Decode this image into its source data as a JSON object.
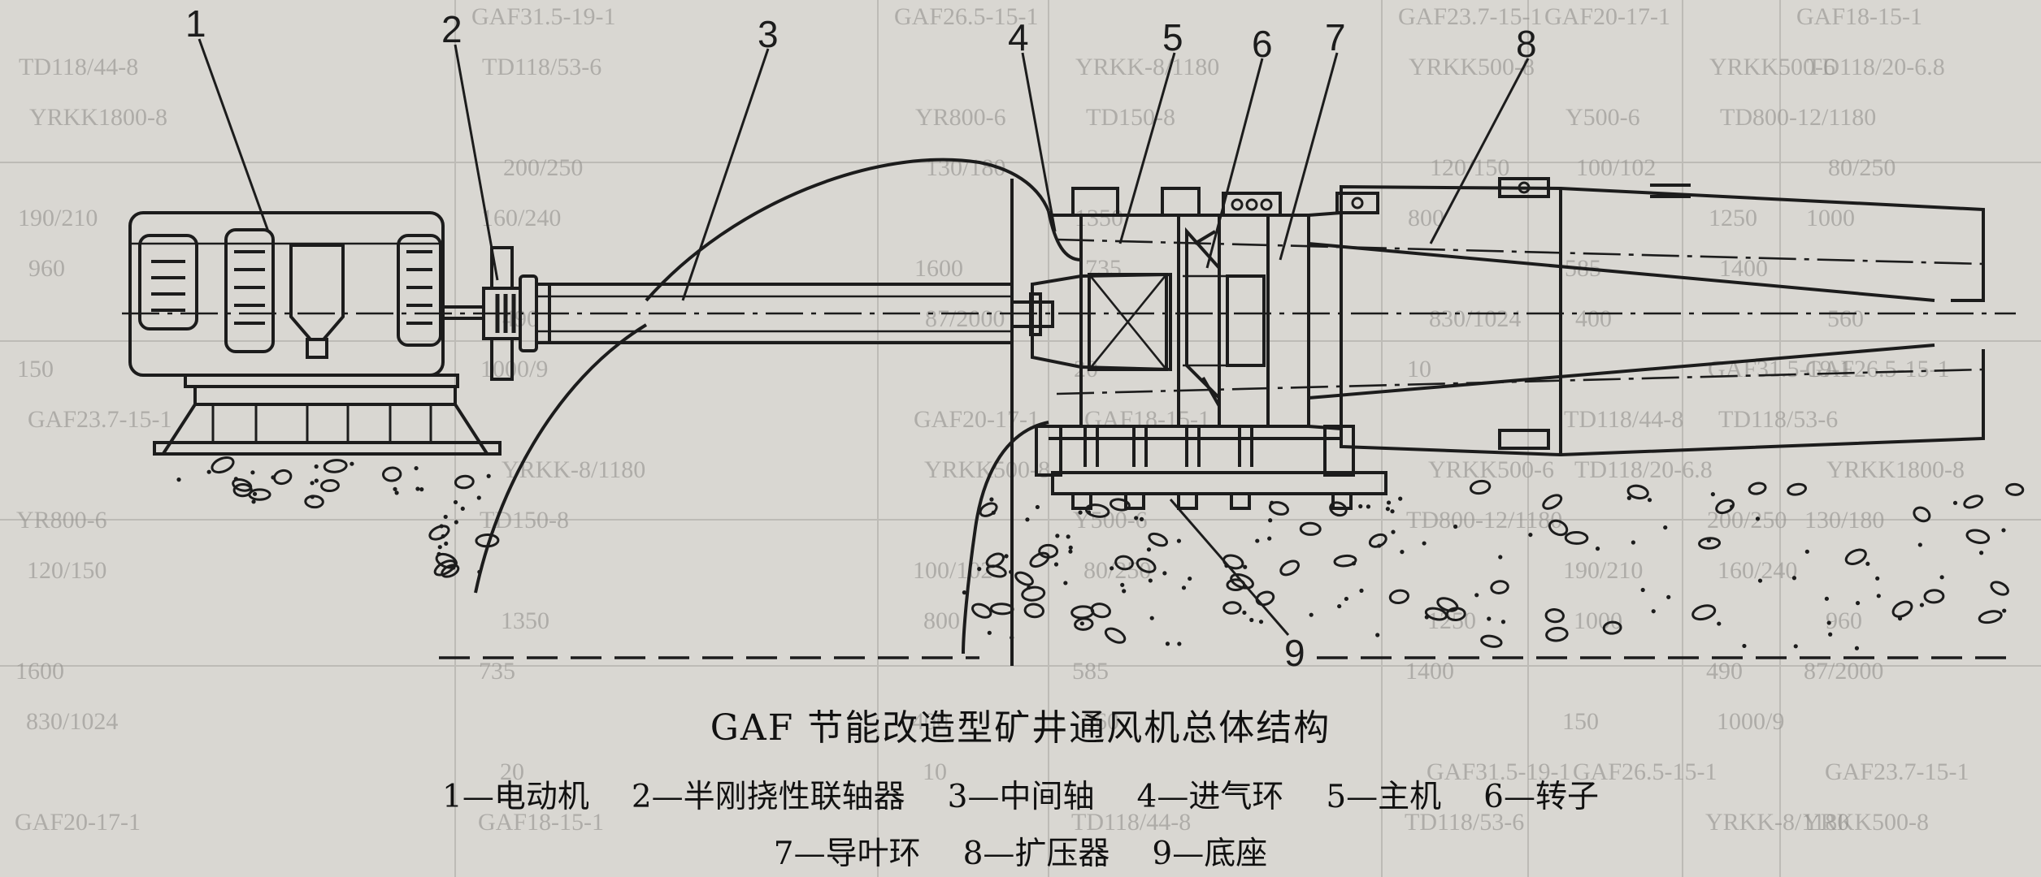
{
  "title": "GAF 节能改造型矿井通风机总体结构",
  "background_table": [
    "GAF31.5-19-1",
    "GAF26.5-15-1",
    "GAF23.7-15-1",
    "GAF20-17-1",
    "GAF18-15-1",
    "TD118/44-8",
    "TD118/53-6",
    "YRKK-8/1180",
    "YRKK500-8",
    "YRKK500-6",
    "TD118/20-6.8",
    "YRKK1800-8",
    "YR800-6",
    "TD150-8",
    "Y500-6",
    "TD800-12/1180",
    "200/250",
    "130/180",
    "120/150",
    "100/102",
    "80/250",
    "190/210",
    "160/240",
    "1350",
    "800",
    "1250",
    "1000",
    "960",
    "1600",
    "735",
    "585",
    "1400",
    "490",
    "87/2000",
    "830/1024",
    "400",
    "560",
    "150",
    "1000/9",
    "20",
    "10"
  ],
  "labels": [
    {
      "id": "1",
      "text": "1"
    },
    {
      "id": "2",
      "text": "2"
    },
    {
      "id": "3",
      "text": "3"
    },
    {
      "id": "4",
      "text": "4"
    },
    {
      "id": "5",
      "text": "5"
    },
    {
      "id": "6",
      "text": "6"
    },
    {
      "id": "7",
      "text": "7"
    },
    {
      "id": "8",
      "text": "8"
    },
    {
      "id": "9",
      "text": "9"
    }
  ],
  "legend": {
    "line1": [
      {
        "num": "1",
        "name": "电动机"
      },
      {
        "num": "2",
        "name": "半刚挠性联轴器"
      },
      {
        "num": "3",
        "name": "中间轴"
      },
      {
        "num": "4",
        "name": "进气环"
      },
      {
        "num": "5",
        "name": "主机"
      },
      {
        "num": "6",
        "name": "转子"
      }
    ],
    "line2": [
      {
        "num": "7",
        "name": "导叶环"
      },
      {
        "num": "8",
        "name": "扩压器"
      },
      {
        "num": "9",
        "name": "底座"
      }
    ],
    "separator": "—"
  }
}
